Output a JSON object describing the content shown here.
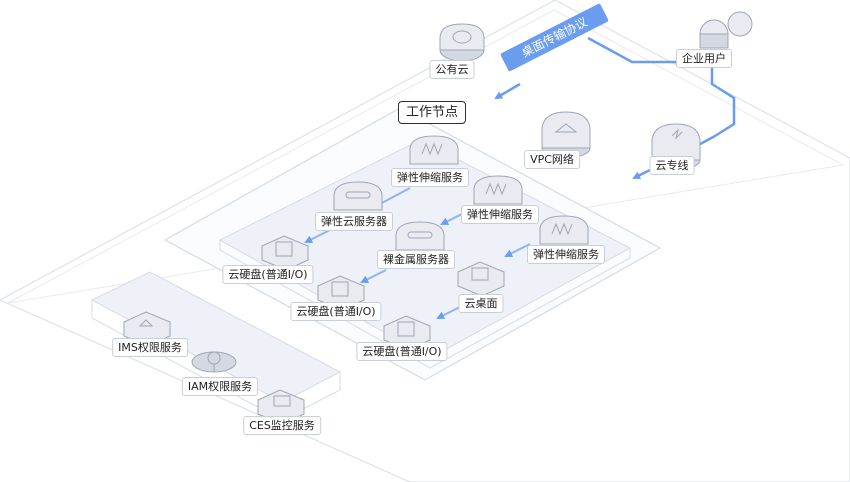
{
  "colors": {
    "accent": "#6a9cf0",
    "border": "#c9ced8",
    "line": "#dde2ea",
    "zone": "#eef1f8",
    "icon_top": "#e9ebf1",
    "icon_side": "#d4d8e2"
  },
  "protocol": {
    "label": "桌面传输协议"
  },
  "public_cloud": {
    "label": "公有云",
    "icon": "cloud-icon"
  },
  "enterprise_user": {
    "label": "企业用户",
    "icon": "users-icon"
  },
  "vpc": {
    "label": "VPC网络",
    "icon": "network-icon"
  },
  "direct_connect": {
    "label": "云专线",
    "icon": "direct-connect-icon"
  },
  "work_node": {
    "label": "工作节点"
  },
  "nodes": {
    "as1": {
      "label": "弹性伸缩服务",
      "icon": "auto-scaling-icon"
    },
    "as2": {
      "label": "弹性伸缩服务",
      "icon": "auto-scaling-icon"
    },
    "as3": {
      "label": "弹性伸缩服务",
      "icon": "auto-scaling-icon"
    },
    "ecs": {
      "label": "弹性云服务器",
      "icon": "server-icon"
    },
    "bms": {
      "label": "裸金属服务器",
      "icon": "server-icon"
    },
    "evs1": {
      "label": "云硬盘(普通I/O)",
      "icon": "disk-icon"
    },
    "evs2": {
      "label": "云硬盘(普通I/O)",
      "icon": "disk-icon"
    },
    "evs3": {
      "label": "云硬盘(普通I/O)",
      "icon": "disk-icon"
    },
    "desktop": {
      "label": "云桌面",
      "icon": "desktop-icon"
    }
  },
  "services": {
    "ims": {
      "label": "IMS权限服务",
      "icon": "image-icon"
    },
    "iam": {
      "label": "IAM权限服务",
      "icon": "key-icon"
    },
    "ces": {
      "label": "CES监控服务",
      "icon": "monitor-icon"
    }
  }
}
